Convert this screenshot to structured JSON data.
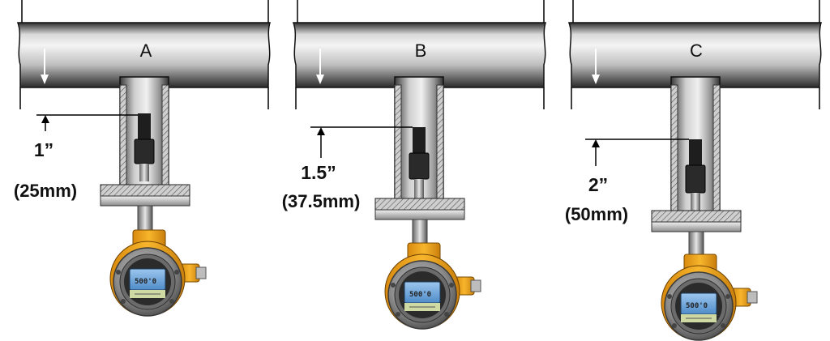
{
  "panels": [
    {
      "letter": "A",
      "dimension": "1”",
      "dimension_metric": "(25mm)",
      "screen_reading": "500'0"
    },
    {
      "letter": "B",
      "dimension": "1.5”",
      "dimension_metric": "(37.5mm)",
      "screen_reading": "500'0"
    },
    {
      "letter": "C",
      "dimension": "2”",
      "dimension_metric": "(50mm)",
      "screen_reading": "500'0"
    }
  ],
  "colors": {
    "pipe_dark": "#3a3a3a",
    "pipe_light": "#e8e8e8",
    "housing_orange": "#f2a51f",
    "screen_blue": "#6aa3d8"
  }
}
